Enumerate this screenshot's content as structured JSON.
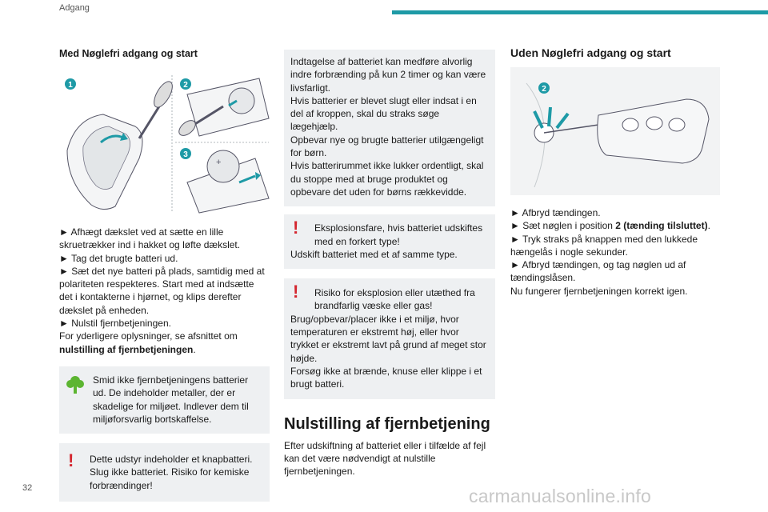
{
  "header": {
    "section": "Adgang",
    "accent_color": "#1e9aa6"
  },
  "page_number": "32",
  "watermark": "carmanualsonline.info",
  "col1": {
    "heading": "Med Nøglefri adgang og start",
    "figure_labels": [
      "1",
      "2",
      "3"
    ],
    "steps": [
      "► Afhægt dækslet ved at sætte en lille skruetrækker ind i hakket og løfte dækslet.",
      "► Tag det brugte batteri ud.",
      "► Sæt det nye batteri på plads, samtidig med at polariteten respekteres. Start med at indsætte det i kontakterne i hjørnet, og klips derefter dækslet på enheden.",
      "► Nulstil fjernbetjeningen."
    ],
    "more_info_prefix": "For yderligere oplysninger, se afsnittet om ",
    "more_info_bold": "nulstilling af fjernbetjeningen",
    "more_info_suffix": ".",
    "env_note": {
      "icon": "tree-icon",
      "first": "Smid ikke fjernbetjeningens batterier ud. De indeholder metaller, der er skadelige for miljøet. Indlever dem til miljøforsvarlig bortskaffelse."
    },
    "warning1": {
      "icon": "exclamation-icon",
      "first": "Dette udstyr indeholder et knapbatteri. Slug ikke batteriet. Risiko for kemiske forbrændinger!"
    }
  },
  "col2": {
    "warning_cont": [
      "Indtagelse af batteriet kan medføre alvorlig indre forbrænding på kun 2 timer og kan være livsfarligt.",
      "Hvis batterier er blevet slugt eller indsat i en del af kroppen, skal du straks søge lægehjælp.",
      "Opbevar nye og brugte batterier utilgængeligt for børn.",
      "Hvis batterirummet ikke lukker ordentligt, skal du stoppe med at bruge produktet og opbevare det uden for børns rækkevidde."
    ],
    "warning2": {
      "first": "Eksplosionsfare, hvis batteriet udskiftes med en forkert type!",
      "rest": "Udskift batteriet med et af samme type."
    },
    "warning3": {
      "first": "Risiko for eksplosion eller utæthed fra brandfarlig væske eller gas!",
      "rest": [
        "Brug/opbevar/placer ikke i et miljø, hvor temperaturen er ekstremt høj, eller hvor trykket er ekstremt lavt på grund af meget stor højde.",
        "Forsøg ikke at brænde, knuse eller klippe i et brugt batteri."
      ]
    },
    "section_heading": "Nulstilling af fjernbetjening",
    "section_text": "Efter udskiftning af batteriet eller i tilfælde af fejl kan det være nødvendigt at nulstille fjernbetjeningen."
  },
  "col3": {
    "heading": "Uden Nøglefri adgang og start",
    "figure_label": "2",
    "steps": [
      {
        "pre": "► Afbryd tændingen.",
        "bold": "",
        "post": ""
      },
      {
        "pre": "► Sæt nøglen i position ",
        "bold": "2 (tænding tilsluttet)",
        "post": "."
      },
      {
        "pre": "► Tryk straks på knappen med den lukkede hængelås i nogle sekunder.",
        "bold": "",
        "post": ""
      },
      {
        "pre": "► Afbryd tændingen, og tag nøglen ud af tændingslåsen.",
        "bold": "",
        "post": ""
      },
      {
        "pre": "Nu fungerer fjernbetjeningen korrekt igen.",
        "bold": "",
        "post": ""
      }
    ]
  },
  "colors": {
    "badge": "#1e9aa6",
    "warning": "#d4262f",
    "eco": "#5cb531",
    "note_bg": "#eef0f2"
  }
}
